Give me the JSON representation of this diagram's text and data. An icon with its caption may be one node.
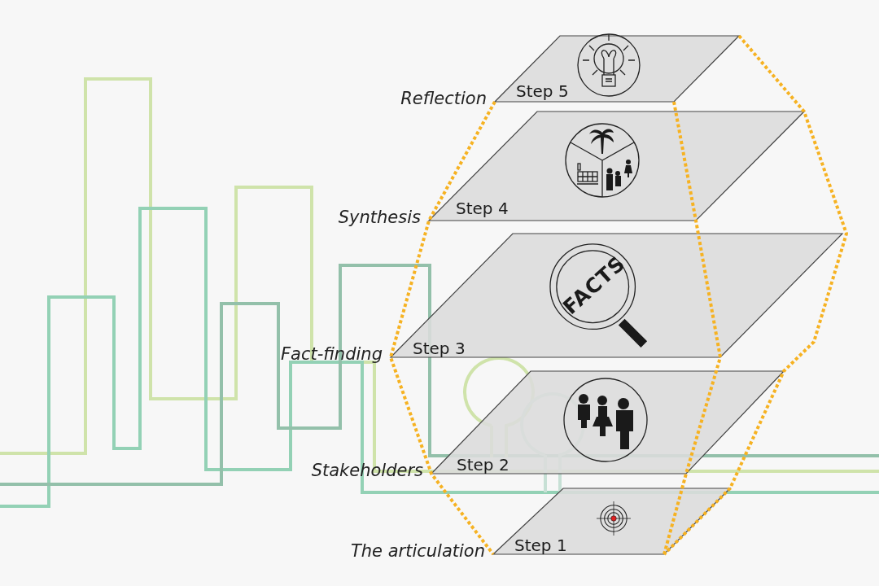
{
  "diagram": {
    "nodes": [
      {
        "text": [
          "Step 5"
        ],
        "beside": [
          "Reflection"
        ]
      },
      {
        "text": [
          "Step 4"
        ],
        "beside": [
          "Synthesis"
        ]
      },
      {
        "text": [
          "Step 3"
        ],
        "beside": [
          "Fact-finding"
        ]
      },
      {
        "text": [
          "Step 2"
        ],
        "beside": [
          "Stakeholders"
        ]
      },
      {
        "text": [
          "Step 1"
        ],
        "beside": [
          "The articulation"
        ]
      }
    ],
    "labels": [
      "FACTS"
    ]
  }
}
